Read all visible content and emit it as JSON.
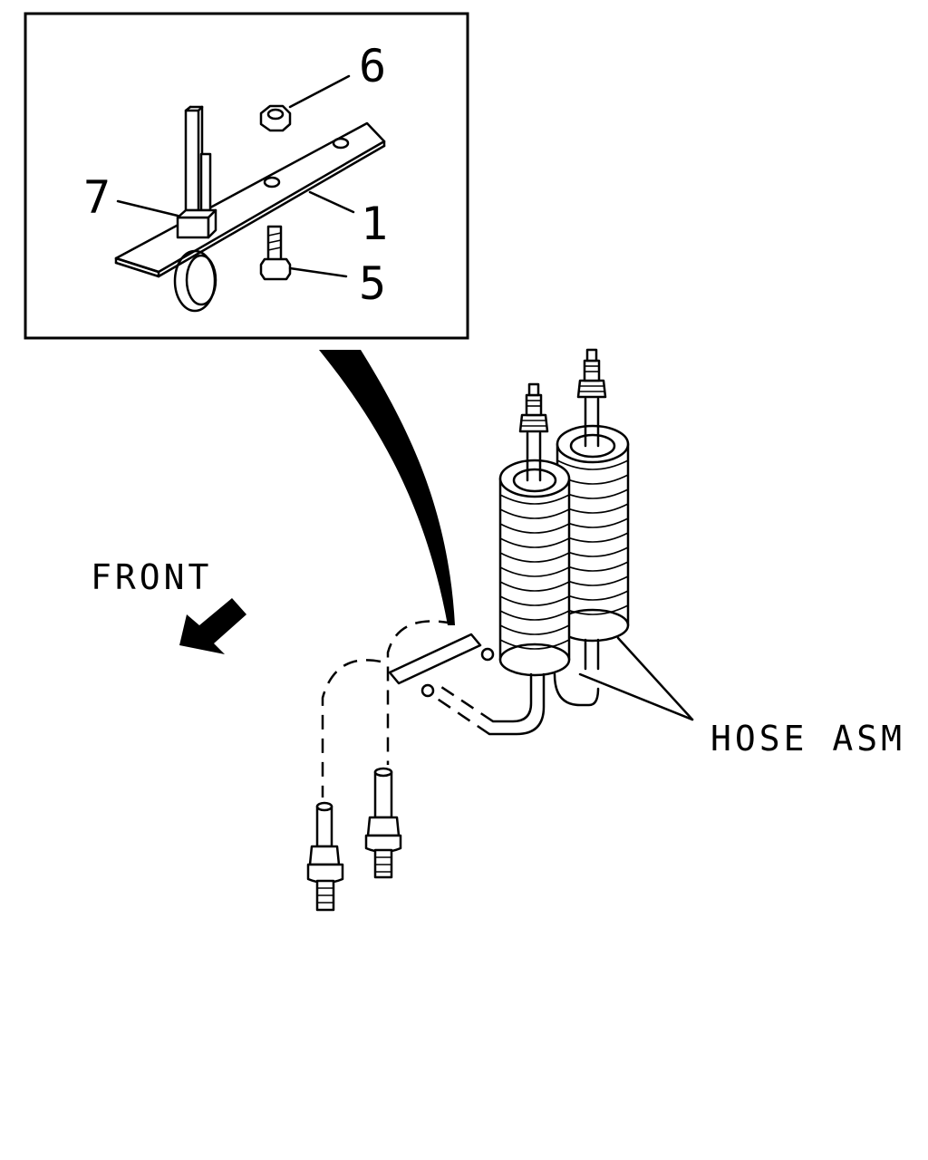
{
  "callouts": {
    "part_1": "1",
    "part_5": "5",
    "part_6": "6",
    "part_7": "7"
  },
  "labels": {
    "front": "FRONT",
    "hose_asm": "HOSE ASM"
  },
  "icons": {
    "direction_arrow": "front-arrow-icon"
  },
  "colors": {
    "ink": "#000000",
    "paper": "#ffffff"
  }
}
